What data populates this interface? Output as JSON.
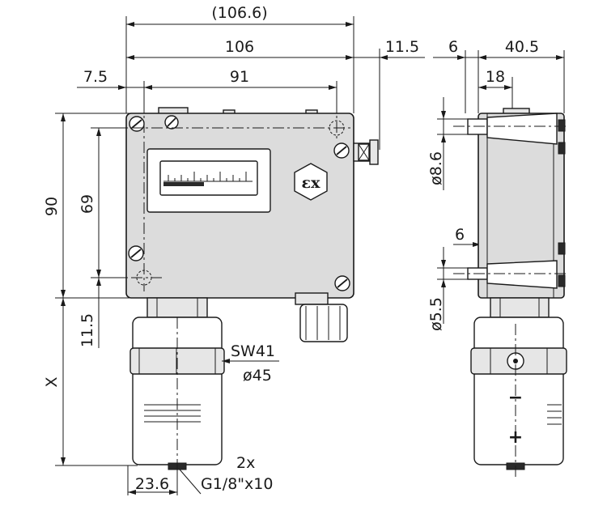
{
  "dimensions": {
    "overall_width_parens": "(106.6)",
    "housing_width": "106",
    "cable_gland_offset": "11.5",
    "hole_offset_left": "7.5",
    "hole_spacing_horizontal": "91",
    "housing_height": "90",
    "hole_spacing_vertical": "69",
    "lower_offset": "11.5",
    "sensor_length": "X",
    "wrench_size": "SW41",
    "sensor_diameter": "ø45",
    "port_offset": "23.6",
    "port_count": "2x",
    "port_thread": "G1/8\"x10",
    "side_left_small": "6",
    "side_depth": "40.5",
    "side_inner": "18",
    "side_hole_dia_upper": "ø8.6",
    "side_small_6": "6",
    "side_hole_dia_lower": "ø5.5"
  },
  "symbols": {
    "ex_mark": "εx",
    "minus": "−",
    "plus": "+"
  }
}
